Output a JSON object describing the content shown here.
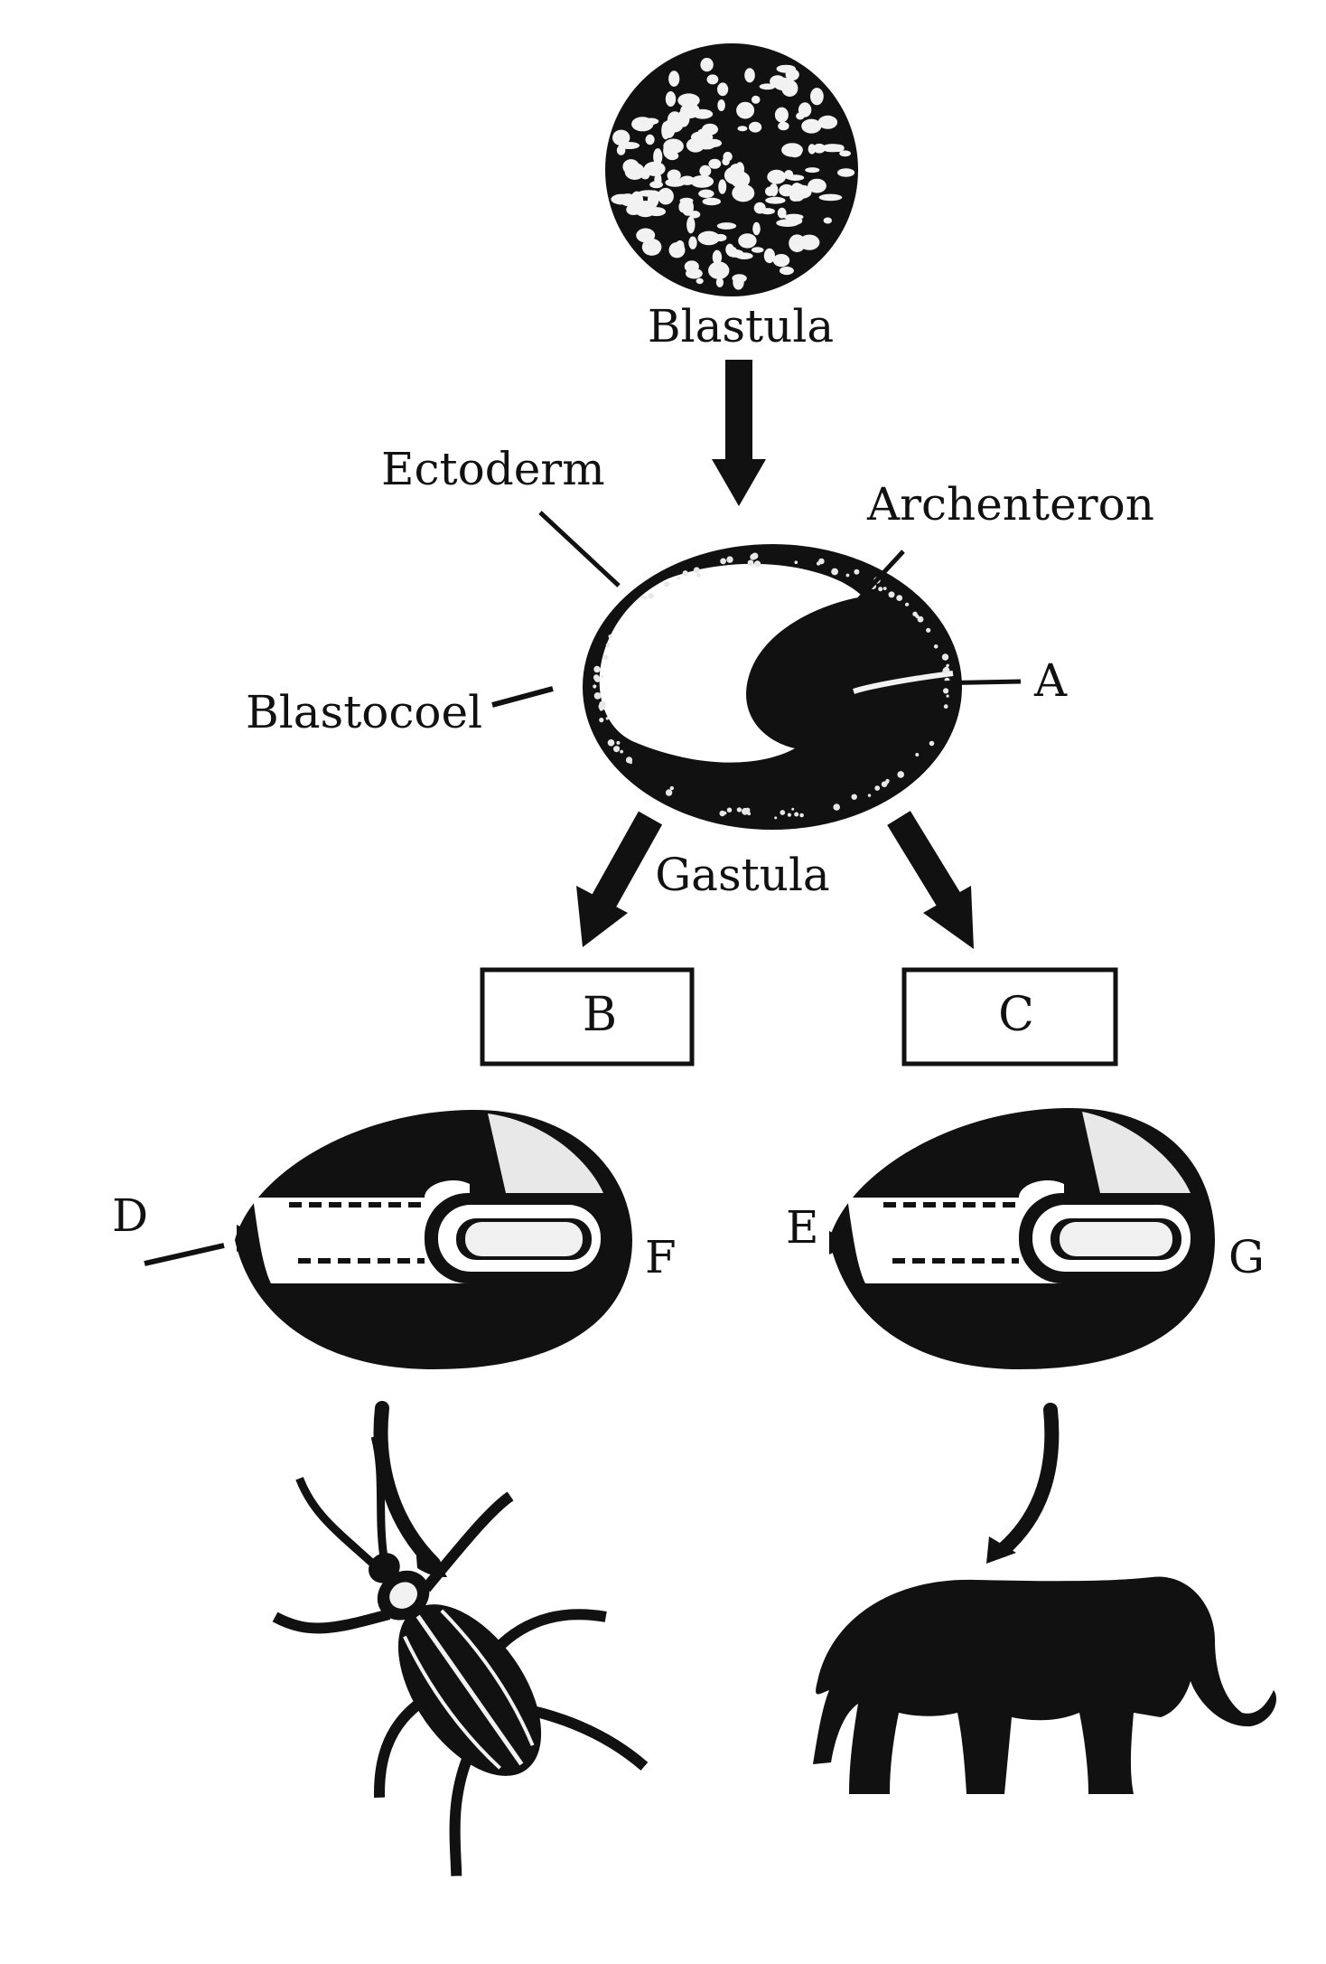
{
  "labels": {
    "blastula": "Blastula",
    "ectoderm": "Ectoderm",
    "archenteron": "Archenteron",
    "blastocoel": "Blastocoel",
    "a": "A",
    "gastula": "Gastula",
    "b": "B",
    "c": "C",
    "d": "D",
    "e": "E",
    "f": "F",
    "g": "G"
  },
  "colors": {
    "ink": "#111111",
    "paper": "#ffffff",
    "speckle": "#e8e8e8"
  },
  "icons": {
    "left_organism": "beetle-icon",
    "right_organism": "elephant-icon"
  }
}
